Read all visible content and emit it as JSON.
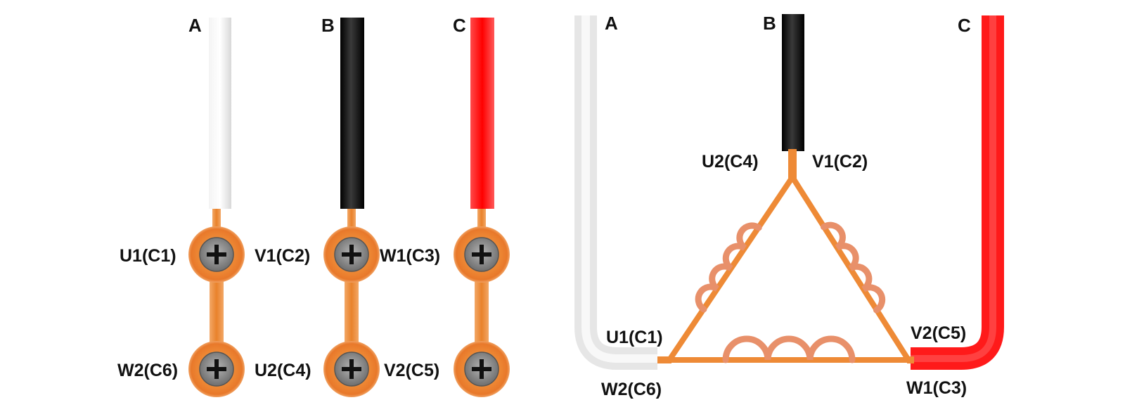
{
  "colors": {
    "wire_a": "#e6e6e6",
    "wire_b": "#111111",
    "wire_c": "#ff1a1a",
    "copper": "#ee8a36",
    "coil": "#e8906a",
    "screw": "#8c8c8c",
    "plus": "#111111"
  },
  "terminal_board": {
    "phase_labels": [
      "A",
      "B",
      "C"
    ],
    "top_row": [
      "U1(C1)",
      "V1(C2)",
      "W1(C3)"
    ],
    "bottom_row": [
      "W2(C6)",
      "U2(C4)",
      "V2(C5)"
    ]
  },
  "delta": {
    "phase_labels": [
      "A",
      "B",
      "C"
    ],
    "top_left": "U2(C4)",
    "top_right": "V1(C2)",
    "left_upper": "U1(C1)",
    "left_lower": "W2(C6)",
    "right_upper": "V2(C5)",
    "right_lower": "W1(C3)"
  }
}
